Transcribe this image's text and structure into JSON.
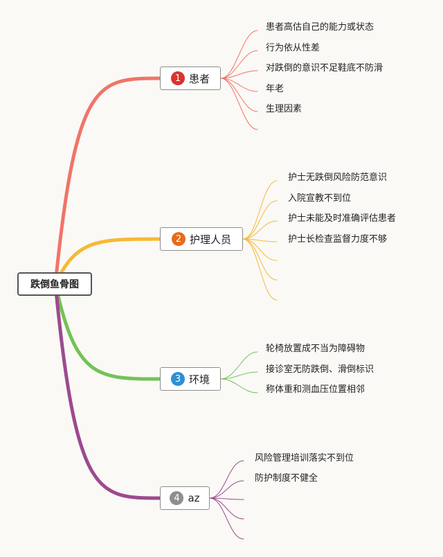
{
  "root": {
    "label": "跌倒鱼骨图"
  },
  "branches": [
    {
      "number": "1",
      "label": "患者",
      "color": "#f07468",
      "badge_color": "#d9342b",
      "items": [
        "患者高估自己的能力或状态",
        "行为依从性差",
        "对跌倒的意识不足鞋底不防滑",
        "年老",
        "生理因素"
      ],
      "empty_slots": 1
    },
    {
      "number": "2",
      "label": "护理人员",
      "color": "#f6b935",
      "badge_color": "#e66b1d",
      "items": [
        "护士无跌倒风险防范意识",
        "入院宣教不到位",
        "护士未能及时准确评估患者",
        "护士长检查监督力度不够"
      ],
      "empty_slots": 3
    },
    {
      "number": "3",
      "label": "环境",
      "color": "#74c257",
      "badge_color": "#2e8fd4",
      "items": [
        "轮椅放置成不当为障碍物",
        "接诊室无防跌倒、滑倒标识",
        "称体重和测血压位置相邻"
      ],
      "empty_slots": 0
    },
    {
      "number": "4",
      "label": "az",
      "color": "#9c4a8e",
      "badge_color": "#8e8e8e",
      "items": [
        "风险管理培训落实不到位",
        "防护制度不健全"
      ],
      "empty_slots": 3
    }
  ]
}
